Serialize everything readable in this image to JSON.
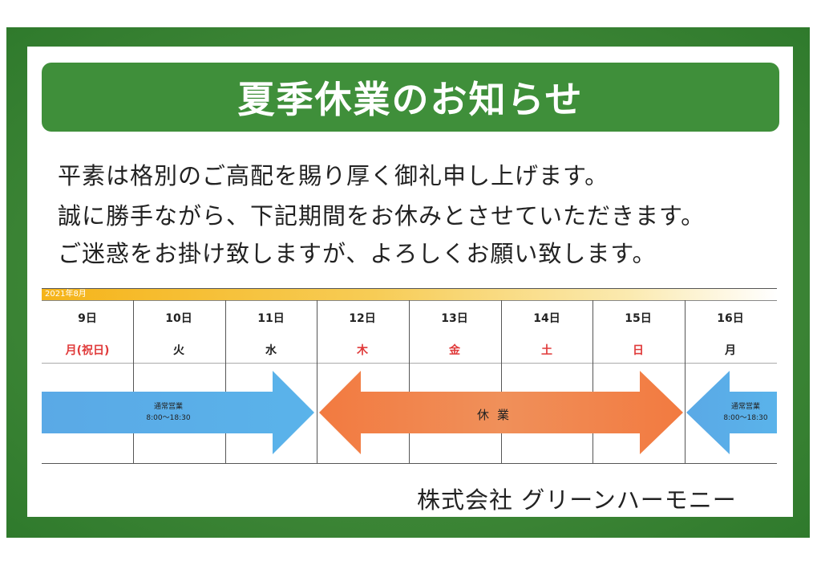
{
  "notice": {
    "title": "夏季休業のお知らせ",
    "lines": [
      "平素は格別のご高配を賜り厚く御礼申し上げます。",
      "誠に勝手ながら、下記期間をお休みとさせていただきます。",
      "ご迷惑をお掛け致しますが、よろしくお願い致します。"
    ]
  },
  "calendar": {
    "month_label": "2021年8月",
    "days": [
      {
        "date": "9日",
        "weekday": "月(祝日)",
        "holiday": true
      },
      {
        "date": "10日",
        "weekday": "火",
        "holiday": false
      },
      {
        "date": "11日",
        "weekday": "水",
        "holiday": false
      },
      {
        "date": "12日",
        "weekday": "木",
        "holiday": true
      },
      {
        "date": "13日",
        "weekday": "金",
        "holiday": true
      },
      {
        "date": "14日",
        "weekday": "土",
        "holiday": true
      },
      {
        "date": "15日",
        "weekday": "日",
        "holiday": true
      },
      {
        "date": "16日",
        "weekday": "月",
        "holiday": false
      }
    ],
    "open_label": "通常営業",
    "open_hours": "8:00～18:30",
    "closed_label": "休業"
  },
  "company": "株式会社 グリーンハーモニー",
  "colors": {
    "frame": "#3f8a3a",
    "title_bar": "#3f8f3a",
    "open_arrow": "#5aa9e6",
    "closed_arrow": "#f0824a",
    "holiday_text": "#e03a3a"
  }
}
